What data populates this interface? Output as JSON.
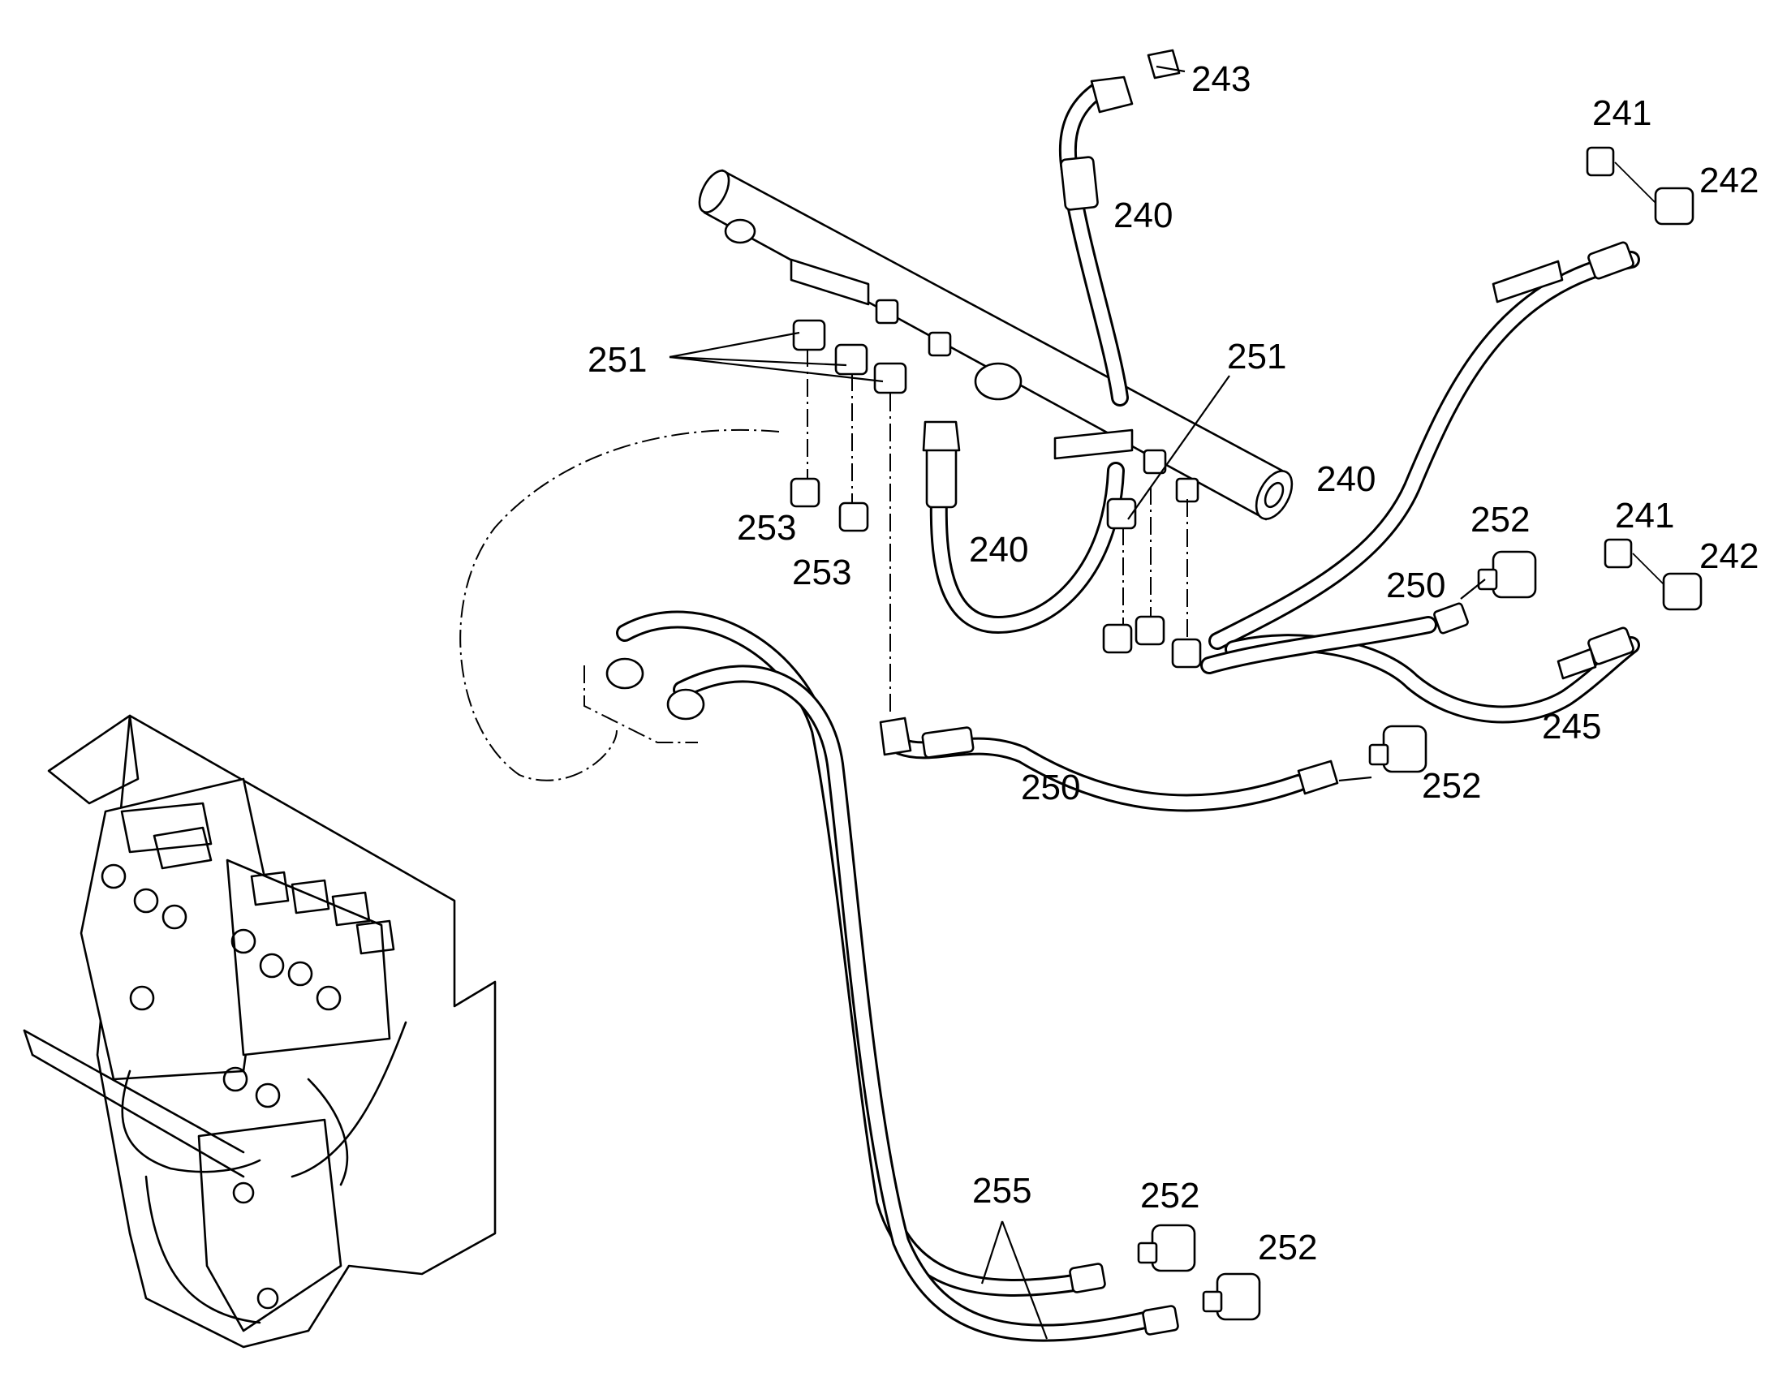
{
  "callouts": [
    {
      "id": "c243",
      "text": "243"
    },
    {
      "id": "c241a",
      "text": "241"
    },
    {
      "id": "c242a",
      "text": "242"
    },
    {
      "id": "c240a",
      "text": "240"
    },
    {
      "id": "c251a",
      "text": "251"
    },
    {
      "id": "c251b",
      "text": "251"
    },
    {
      "id": "c240b",
      "text": "240"
    },
    {
      "id": "c253a",
      "text": "253"
    },
    {
      "id": "c253b",
      "text": "253"
    },
    {
      "id": "c240c",
      "text": "240"
    },
    {
      "id": "c252a",
      "text": "252"
    },
    {
      "id": "c241b",
      "text": "241"
    },
    {
      "id": "c242b",
      "text": "242"
    },
    {
      "id": "c250a",
      "text": "250"
    },
    {
      "id": "c245",
      "text": "245"
    },
    {
      "id": "c250b",
      "text": "250"
    },
    {
      "id": "c252b",
      "text": "252"
    },
    {
      "id": "c255",
      "text": "255"
    },
    {
      "id": "c252c",
      "text": "252"
    },
    {
      "id": "c252d",
      "text": "252"
    }
  ]
}
